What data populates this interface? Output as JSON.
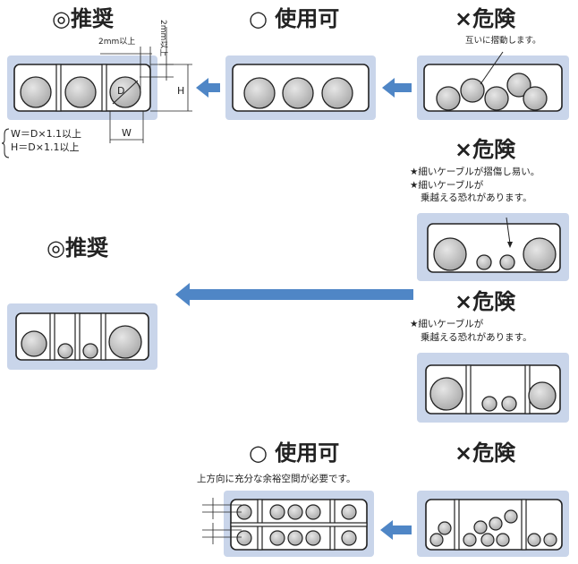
{
  "labels": {
    "recommended": "◎推奨",
    "usable": "○ 使用可",
    "danger": "×危険"
  },
  "notes": {
    "rub": "互いに摺動します。",
    "thin_damage": "★細いケーブルが摺傷し易い。",
    "thin_ride_line1": "★細いケーブルが",
    "thin_ride_line2": "乗越える恐れがあります。",
    "upward_space": "上方向に充分な余裕空間が必要です。"
  },
  "dimensions": {
    "gap_2mm": "2mm以上",
    "d": "D",
    "h": "H",
    "w": "W",
    "formula_w": "W＝D×1.1以上",
    "formula_h": "H＝D×1.1以上"
  },
  "colors": {
    "panel": "#c9d5ea",
    "arrow": "#4f86c6",
    "circle_fill": "#bdbdbd",
    "stroke": "#222222"
  }
}
